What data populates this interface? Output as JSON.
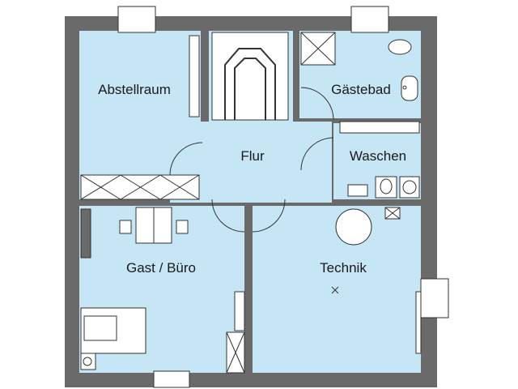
{
  "plan": {
    "rooms": [
      {
        "id": "abstellraum",
        "label": "Abstellraum"
      },
      {
        "id": "flur",
        "label": "Flur"
      },
      {
        "id": "gaestebad",
        "label": "Gästebad"
      },
      {
        "id": "waschen",
        "label": "Waschen"
      },
      {
        "id": "gast-buero",
        "label": "Gast / Büro"
      },
      {
        "id": "technik",
        "label": "Technik"
      }
    ],
    "colors": {
      "wall": "#6a6a6a",
      "floor": "#c6e6f6",
      "line": "#333333",
      "furniture": "#ffffff"
    }
  }
}
